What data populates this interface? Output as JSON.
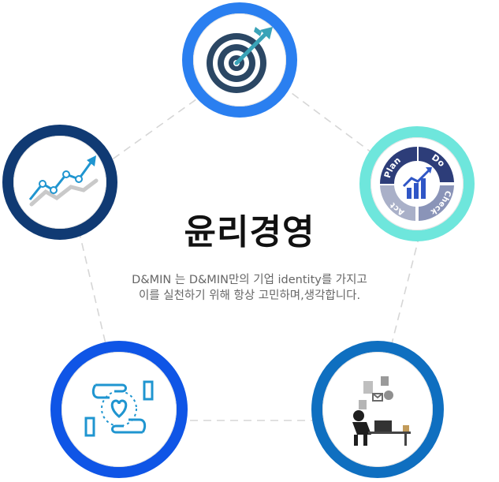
{
  "title": "윤리경영",
  "description": {
    "line1": "D&MIN 는 D&MIN만의 기업 identity를 가지고",
    "line2": "이를 실천하기 위해 항상 고민하며,생각합니다."
  },
  "pdca": {
    "plan": "Plan",
    "do": "Do",
    "check": "Check",
    "act": "Act"
  },
  "colors": {
    "top_ring": "#2a7ff0",
    "right_ring": "#6ee6dc",
    "left_ring": "#103a73",
    "bottom_left_ring": "#0f55e6",
    "bottom_right_ring": "#0f6fc0",
    "connector": "#d6d6d6"
  },
  "icons": {
    "top": "target-icon",
    "right": "pdca-cycle-icon",
    "left": "growth-chart-icon",
    "bottom_left": "hands-heart-icon",
    "bottom_right": "person-working-icon"
  }
}
